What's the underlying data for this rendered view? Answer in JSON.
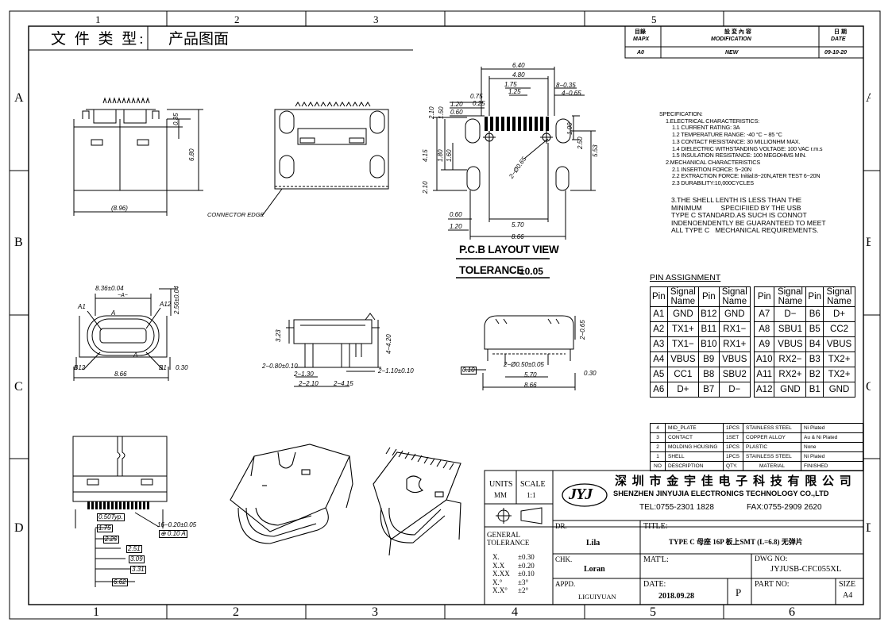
{
  "file_type": {
    "label": "文 件 类 型:",
    "value": "产品图面"
  },
  "rev_block": {
    "headers": [
      {
        "cn": "目錄",
        "en": "MAPX"
      },
      {
        "cn": "設 変 內 容",
        "en": "MODIFICATION"
      },
      {
        "cn": "日 期",
        "en": "DATE"
      }
    ],
    "row": {
      "mapx": "A0",
      "modification": "NEW",
      "date": "09-10-20"
    }
  },
  "grid_labels": {
    "columns": [
      "1",
      "2",
      "3",
      "4",
      "5",
      "6"
    ],
    "rows": [
      "A",
      "B",
      "C",
      "D"
    ],
    "top_partial": [
      "1",
      "2",
      "3",
      "5"
    ]
  },
  "specification": {
    "title": "SPECIFICATION:",
    "lines": [
      "1.ELECTRICAL CHARACTERISTICS:",
      "1.1 CURRENT RATING: 3A",
      "1.2 TEMPERATURE RANGE: -40 °C ~ 85 °C",
      "1.3 CONTACT RESISTANCE: 30 MILLIONHM MAX.",
      "1.4 DIELECTRIC WITHSTANDING VOLTAGE: 100 VAC r.m.s",
      "1.5 INSULATION RESISTANCE: 100 MEGOHMS MIN.",
      "2.MECHANICAL CHARACTERISTICS",
      "2.1 INSERTION FORCE: 5~20N",
      "2.2 EXTRACTION FORCE: Initial:8~20N,ATER TEST 6~20N",
      "2.3 DURABILITY:10,000CYCLES"
    ],
    "note": [
      "3.THE SHELL LENTH IS LESS THAN THE",
      "MINIMUM          SPECIFIIED BY THE USB",
      "TYPE C STANDARD.AS SUCH IS CONNOT",
      "INDENOENDENTLY BE GUARANTEED TO MEET",
      "ALL TYPE C   MECHANICAL REQUIREMENTS."
    ]
  },
  "pin_assignment": {
    "title": "PIN ASSIGNMENT",
    "header": {
      "pin": "Pin",
      "signal": "Signal Name"
    },
    "left_rows": [
      [
        "A1",
        "GND",
        "B12",
        "GND"
      ],
      [
        "A2",
        "TX1+",
        "B11",
        "RX1−"
      ],
      [
        "A3",
        "TX1−",
        "B10",
        "RX1+"
      ],
      [
        "A4",
        "VBUS",
        "B9",
        "VBUS"
      ],
      [
        "A5",
        "CC1",
        "B8",
        "SBU2"
      ],
      [
        "A6",
        "D+",
        "B7",
        "D−"
      ]
    ],
    "right_rows": [
      [
        "A7",
        "D−",
        "B6",
        "D+"
      ],
      [
        "A8",
        "SBU1",
        "B5",
        "CC2"
      ],
      [
        "A9",
        "VBUS",
        "B4",
        "VBUS"
      ],
      [
        "A10",
        "RX2−",
        "B3",
        "TX2+"
      ],
      [
        "A11",
        "RX2+",
        "B2",
        "TX2+"
      ],
      [
        "A12",
        "GND",
        "B1",
        "GND"
      ]
    ]
  },
  "bom": {
    "rows": [
      [
        "4",
        "MID_PLATE",
        "1PCS",
        "STAINLESS STEEL",
        "Ni Plated"
      ],
      [
        "3",
        "CONTACT",
        "1SET",
        "COPPER ALLOY",
        "Au & Ni Plated"
      ],
      [
        "2",
        "MOLDING HOUSING",
        "1PCS",
        "PLASTIC",
        "None"
      ],
      [
        "1",
        "SHELL",
        "1PCS",
        "STAINLESS STEEL",
        "Ni Plated"
      ]
    ],
    "header": [
      "NO",
      "DESCRIPTION",
      "QTY.",
      "MATERIAL",
      "FINISHED"
    ]
  },
  "title_block": {
    "units_label": "UNITS",
    "units_value": "MM",
    "scale_label": "SCALE",
    "scale_value": "1:1",
    "logo_text": "JYJ",
    "company_cn": "深 圳 市 金 宇 佳 电 子 科 技 有 限 公 司",
    "company_en": "SHENZHEN JINYUJIA ELECTRONICS TECHNOLOGY CO.,LTD",
    "tel": "TEL:0755-2301 1828",
    "fax": "FAX:0755-2909 2620",
    "general_tolerance": "GENERAL TOLERANCE",
    "tolerances": [
      [
        "X.",
        "±0.30"
      ],
      [
        "X.X",
        "±0.20"
      ],
      [
        "X.XX",
        "±0.10"
      ],
      [
        "X.°",
        "±3°"
      ],
      [
        "X.X°",
        "±2°"
      ]
    ],
    "dr_label": "DR.",
    "dr_value": "Lila",
    "chk_label": "CHK.",
    "chk_value": "Loran",
    "appd_label": "APPD.",
    "appd_value": "LIGUIYUAN",
    "title_label": "TITLE:",
    "title_value": "TYPE C 母座 16P 板上SMT (L=6.8) 无弹片",
    "matl_label": "MAT'L:",
    "dwg_label": "DWG NO:",
    "dwg_value": "JYJUSB-CFC055XL",
    "date_label": "DATE:",
    "date_value": "2018.09.28",
    "p_label": "P",
    "part_label": "PART NO:",
    "size_label": "SIZE",
    "size_value": "A4"
  },
  "pcb_layout": {
    "title": "P.C.B LAYOUT VIEW",
    "tolerance": "TOLERANCE",
    "tolerance_value": "±0.05",
    "dims": {
      "d640": "6.40",
      "d480": "4.80",
      "d175": "1.75",
      "d125": "1.25",
      "d075": "0.75",
      "d025": "0.25",
      "d120a": "1.20",
      "d060a": "0.60",
      "d210a": "2.10",
      "d150": "1.50",
      "d8x035": "8−0.35",
      "d4x065": "4−0.65",
      "d100": "1.00",
      "d415": "4.15",
      "d180": "1.80",
      "d160": "1.60",
      "d2065": "2−Ø0.65",
      "d553": "5.53",
      "d250": "2.50",
      "d210b": "2.10",
      "d060b": "0.60",
      "d120b": "1.20",
      "d570": "5.70",
      "d866": "8.66"
    }
  },
  "front_view": {
    "d035": "0.35",
    "d680": "6.80",
    "d896": "(8.96)",
    "connector_edge": "CONNECTOR EDGE"
  },
  "end_view": {
    "d836": "8.36±0.04",
    "a_box": "−A−",
    "d256": "2.56±0.04",
    "a1": "A1",
    "a12": "A12",
    "b12": "B12",
    "b1": "B1",
    "a_mark": "A",
    "d866": "8.66",
    "d030": "0.30"
  },
  "side_view": {
    "d323": "3.23",
    "d420": "4−4.20",
    "d080": "2−0.80±0.10",
    "d130": "2−1.30",
    "d110": "2−1.10±0.10",
    "d210": "2−2.10",
    "d415": "2−4.15"
  },
  "back_view": {
    "d065": "2−0.65",
    "d050": "2−Ø0.50±0.05",
    "flat": "0.10",
    "d570": "5.70",
    "d866": "8.66",
    "d030": "0.30"
  },
  "bottom_view": {
    "d050": "0.50Typ.",
    "d175": "1.75",
    "d229": "2.29",
    "d251": "2.51",
    "d309": "3.09",
    "d331": "3.31",
    "d662": "6.62",
    "d16": "16−0.20±0.05",
    "pos": "⊕ 0.10 A"
  }
}
